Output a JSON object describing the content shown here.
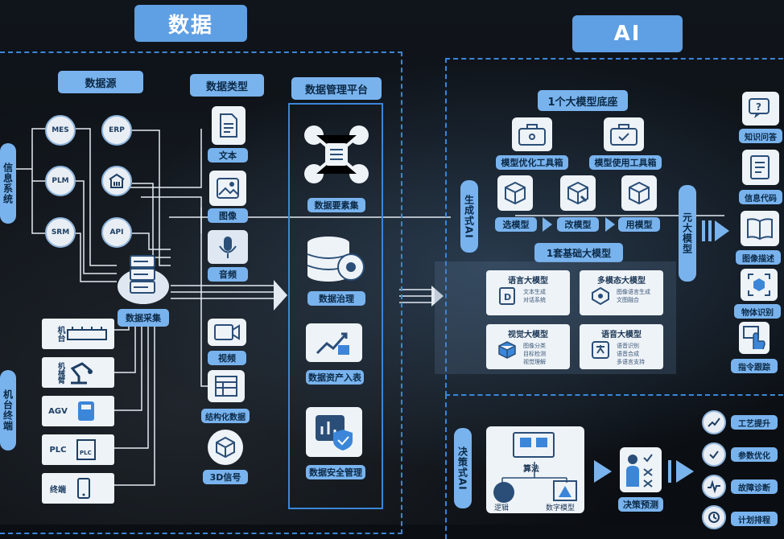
{
  "headers": {
    "data": "数据",
    "ai": "AI"
  },
  "left": {
    "data_source": "数据源",
    "data_type": "数据类型",
    "info_system": "信息系统",
    "machine_terminal": "机台终端",
    "sources": [
      "MES",
      "ERP",
      "PLM",
      "SRM",
      "API"
    ],
    "data_collect": "数据采集",
    "terminals": [
      {
        "name": "机台",
        "icon": "machine-icon"
      },
      {
        "name": "机械臂",
        "icon": "robot-arm-icon"
      },
      {
        "name": "AGV",
        "icon": "agv-icon"
      },
      {
        "name": "PLC",
        "icon": "plc-icon"
      },
      {
        "name": "终端",
        "icon": "phone-icon"
      }
    ],
    "types": [
      "文本",
      "图像",
      "音频",
      "视频",
      "结构化数据",
      "3D信号"
    ]
  },
  "platform": {
    "title": "数据管理平台",
    "items": [
      "数据要素集",
      "数据治理",
      "数据资产入表",
      "数据安全管理"
    ]
  },
  "ai": {
    "base": "1个大模型底座",
    "tools": [
      "模型优化工具箱",
      "模型使用工具箱"
    ],
    "generative": "生成式AI",
    "steps": [
      "选模型",
      "改模型",
      "用模型"
    ],
    "foundation": "1套基础大模型",
    "metaverse": "元大模型",
    "models": [
      {
        "title": "语言大模型",
        "desc": [
          "文本生成",
          "对话系统"
        ]
      },
      {
        "title": "多模态大模型",
        "desc": [
          "图像语言生成",
          "文图融合"
        ]
      },
      {
        "title": "视觉大模型",
        "desc": [
          "图像分类",
          "目标检测",
          "视觉理解"
        ]
      },
      {
        "title": "语音大模型",
        "desc": [
          "语音识别",
          "语音合成",
          "多语言支持"
        ]
      }
    ],
    "apps": [
      "知识问答",
      "信息代码",
      "图像描述",
      "物体识别",
      "指令跟踪"
    ],
    "decision": "决策式AI",
    "decision_panel": {
      "algo": "算法",
      "logic": "逻辑",
      "digital": "数字模型"
    },
    "decision_predict": "决策预测",
    "decision_apps": [
      "工艺提升",
      "参数优化",
      "故障诊断",
      "计划排程"
    ]
  },
  "colors": {
    "accent": "#5f9fe3",
    "pill": "#79b3ee",
    "dash": "#3b86d8",
    "tile": "#eef3f8"
  }
}
